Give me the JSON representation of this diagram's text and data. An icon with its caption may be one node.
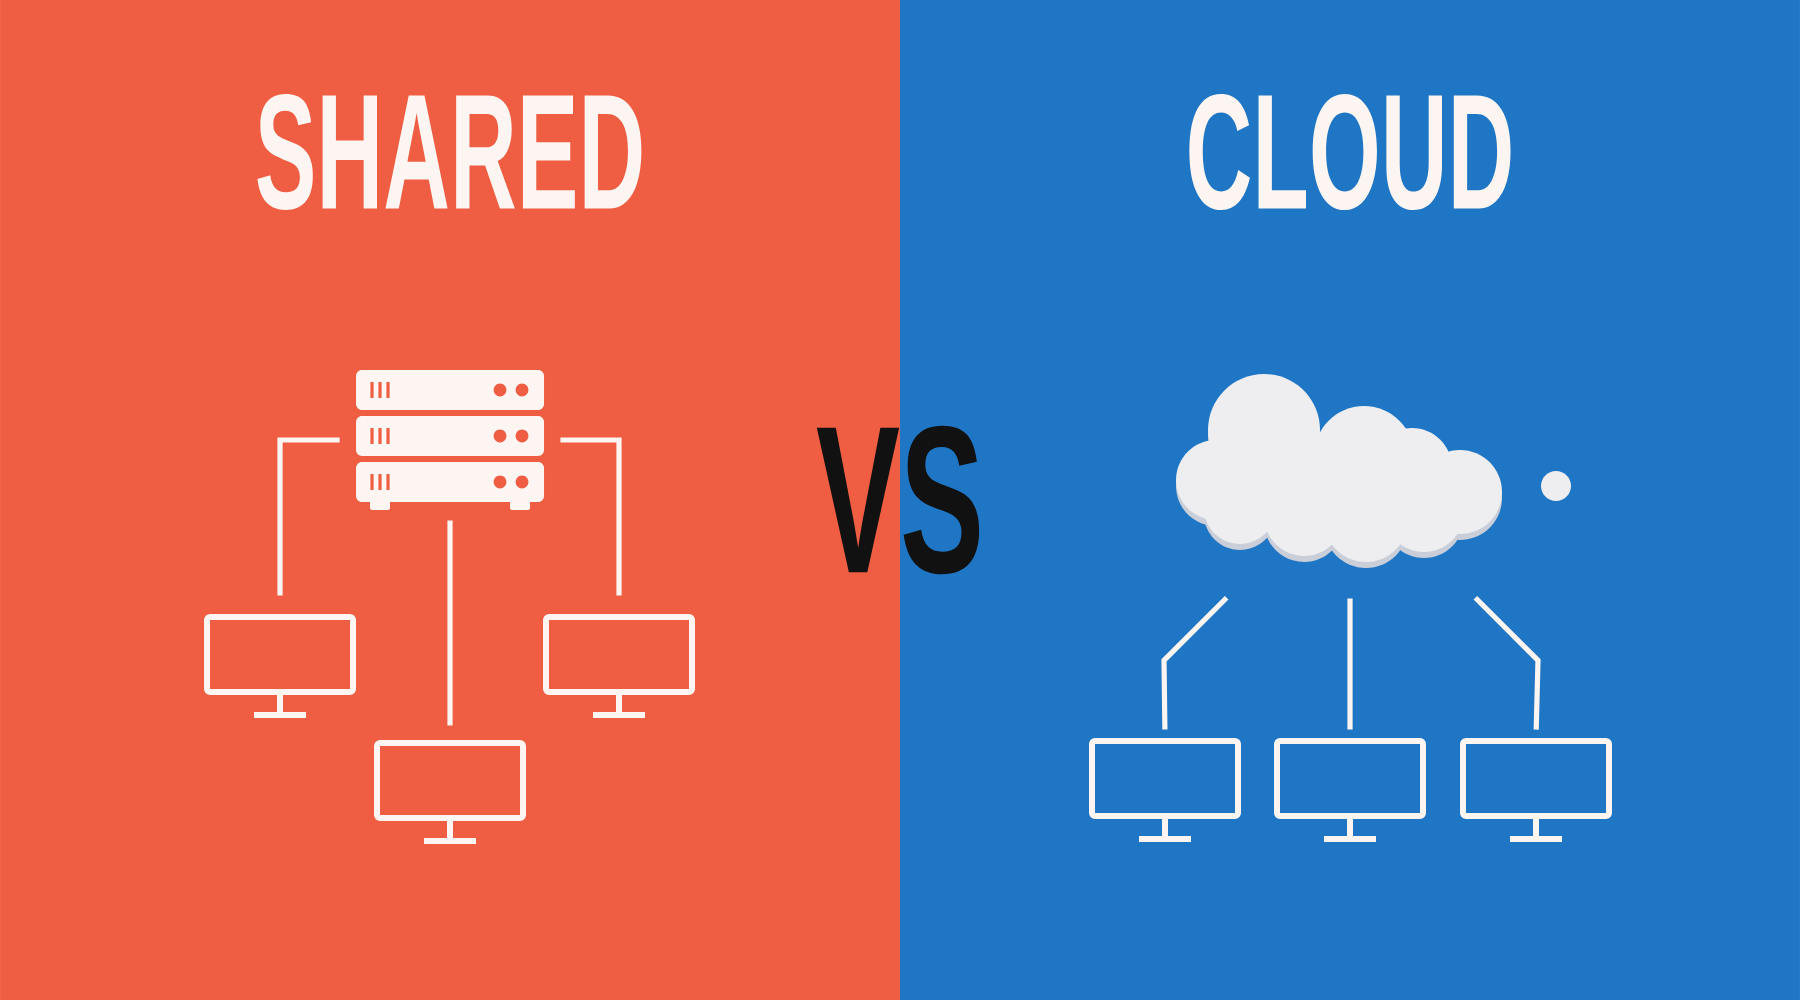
{
  "diagram": {
    "nodes": [
      {
        "text": [],
        "shape": "server"
      },
      {
        "text": [],
        "shape": "monitor"
      },
      {
        "text": [],
        "shape": "monitor"
      },
      {
        "text": [],
        "shape": "monitor"
      },
      {
        "text": [],
        "shape": "cloud"
      },
      {
        "text": [],
        "shape": "monitor"
      },
      {
        "text": [],
        "shape": "monitor"
      },
      {
        "text": [],
        "shape": "monitor"
      }
    ],
    "edges": [
      {
        "from": 0,
        "to": 1,
        "arrow": "none"
      },
      {
        "from": 0,
        "to": 3,
        "arrow": "none"
      },
      {
        "from": 0,
        "to": 2,
        "arrow": "none"
      },
      {
        "from": 4,
        "to": 5,
        "arrow": "none"
      },
      {
        "from": 4,
        "to": 6,
        "arrow": "none"
      },
      {
        "from": 4,
        "to": 7,
        "arrow": "none"
      }
    ],
    "labels": [
      "SHARED",
      "CLOUD",
      "VS"
    ]
  }
}
